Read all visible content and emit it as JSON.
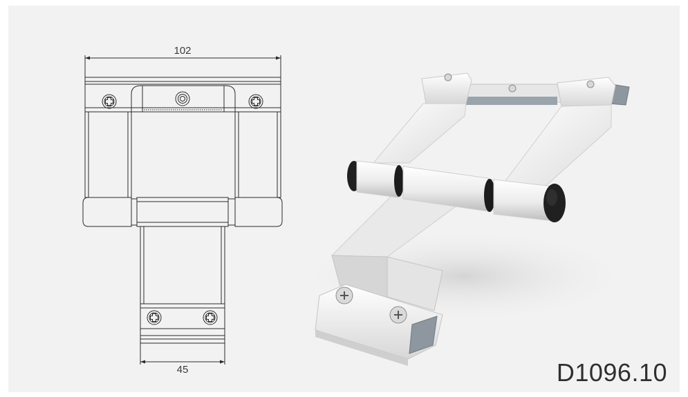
{
  "drawing": {
    "dim_top": "102",
    "dim_bottom": "45"
  },
  "product": {
    "code": "D1096.10"
  }
}
